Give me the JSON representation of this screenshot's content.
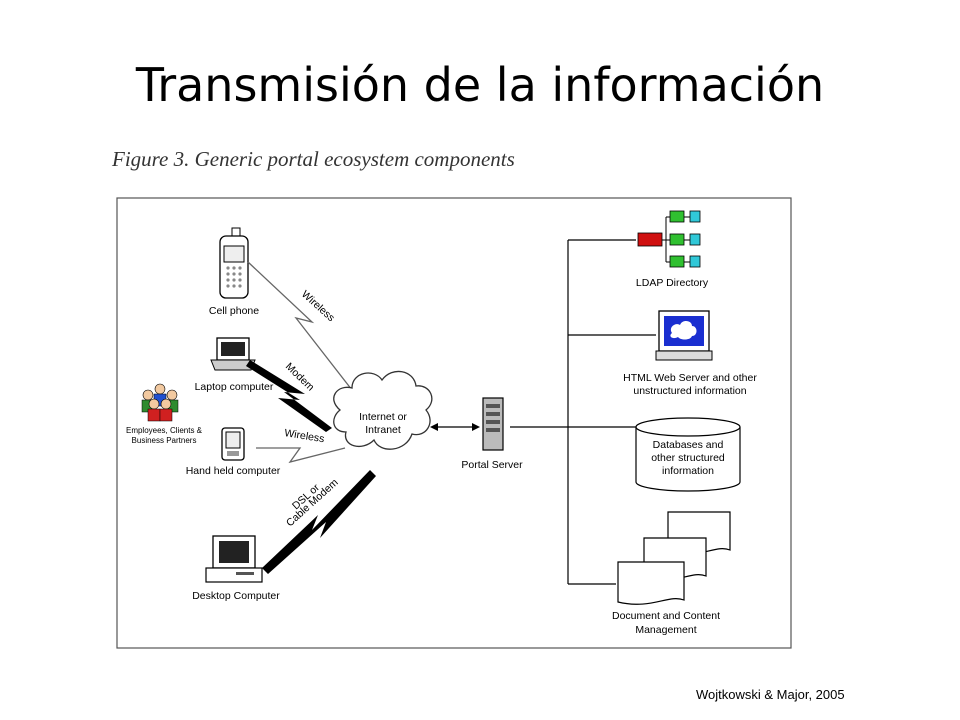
{
  "slide": {
    "title": "Transmisión de la información",
    "citation": "Wojtkowski & Major, 2005"
  },
  "figure": {
    "caption": "Figure 3. Generic portal ecosystem components",
    "users_label": [
      "Employees, Clients &",
      "Business Partners"
    ],
    "devices": {
      "cell_phone": "Cell phone",
      "laptop": "Laptop computer",
      "handheld": "Hand held computer",
      "desktop": "Desktop Computer"
    },
    "links": {
      "wireless_1": "Wireless",
      "modem": "Modem",
      "wireless_2": "Wireless",
      "dsl": [
        "DSL or",
        "Cable Modem"
      ]
    },
    "cloud": [
      "Internet or",
      "Intranet"
    ],
    "portal_server": "Portal Server",
    "resources": {
      "ldap": "LDAP Directory",
      "web_server": [
        "HTML Web Server and other",
        "unstructured information"
      ],
      "databases": [
        "Databases and",
        "other structured",
        "information"
      ],
      "documents": [
        "Document and Content",
        "Management"
      ]
    }
  }
}
